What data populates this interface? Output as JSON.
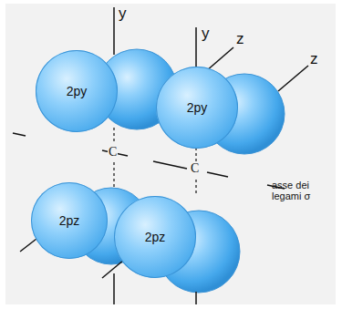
{
  "diagram": {
    "nodes": [
      {
        "text": [
          "2py"
        ]
      },
      {
        "text": [
          "2py"
        ]
      },
      {
        "text": [
          "2pz"
        ]
      },
      {
        "text": [
          "2pz"
        ]
      }
    ],
    "labels": [
      "y",
      "y",
      "z",
      "z",
      "C",
      "C",
      "asse dei legami σ"
    ]
  }
}
